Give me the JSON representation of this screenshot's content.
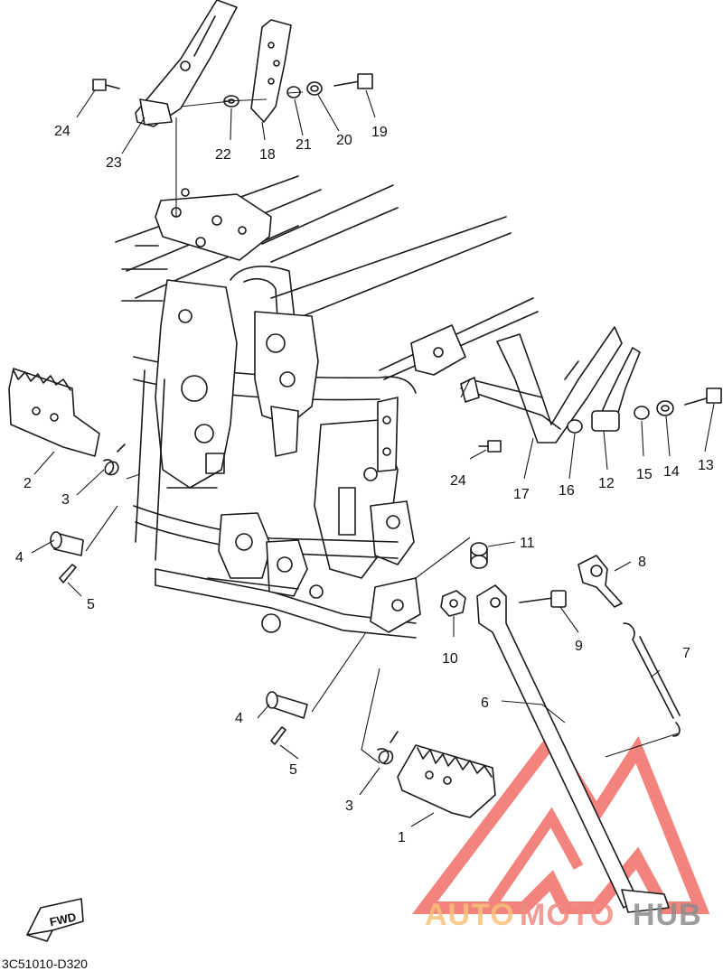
{
  "diagram": {
    "drawing_code": "3C51010-D320",
    "direction_badge": "FWD",
    "callouts": [
      {
        "id": "c24a",
        "label": "24"
      },
      {
        "id": "c23",
        "label": "23"
      },
      {
        "id": "c22",
        "label": "22"
      },
      {
        "id": "c18",
        "label": "18"
      },
      {
        "id": "c21",
        "label": "21"
      },
      {
        "id": "c20",
        "label": "20"
      },
      {
        "id": "c19",
        "label": "19"
      },
      {
        "id": "c2",
        "label": "2"
      },
      {
        "id": "c3a",
        "label": "3"
      },
      {
        "id": "c4a",
        "label": "4"
      },
      {
        "id": "c5a",
        "label": "5"
      },
      {
        "id": "c17",
        "label": "17"
      },
      {
        "id": "c16",
        "label": "16"
      },
      {
        "id": "c12",
        "label": "12"
      },
      {
        "id": "c15",
        "label": "15"
      },
      {
        "id": "c14",
        "label": "14"
      },
      {
        "id": "c13",
        "label": "13"
      },
      {
        "id": "c24b",
        "label": "24"
      },
      {
        "id": "c11",
        "label": "11"
      },
      {
        "id": "c8",
        "label": "8"
      },
      {
        "id": "c10",
        "label": "10"
      },
      {
        "id": "c9",
        "label": "9"
      },
      {
        "id": "c7",
        "label": "7"
      },
      {
        "id": "c6",
        "label": "6"
      },
      {
        "id": "c4b",
        "label": "4"
      },
      {
        "id": "c5b",
        "label": "5"
      },
      {
        "id": "c3b",
        "label": "3"
      },
      {
        "id": "c1",
        "label": "1"
      }
    ]
  },
  "watermark": {
    "part1": "AUTO",
    "part2": "MOTO",
    "part3": "HUB",
    "colors": {
      "auto": "#f6c27a",
      "moto": "#f08b84",
      "hub": "#8c8c8c",
      "logo": "#ef5a52"
    }
  }
}
